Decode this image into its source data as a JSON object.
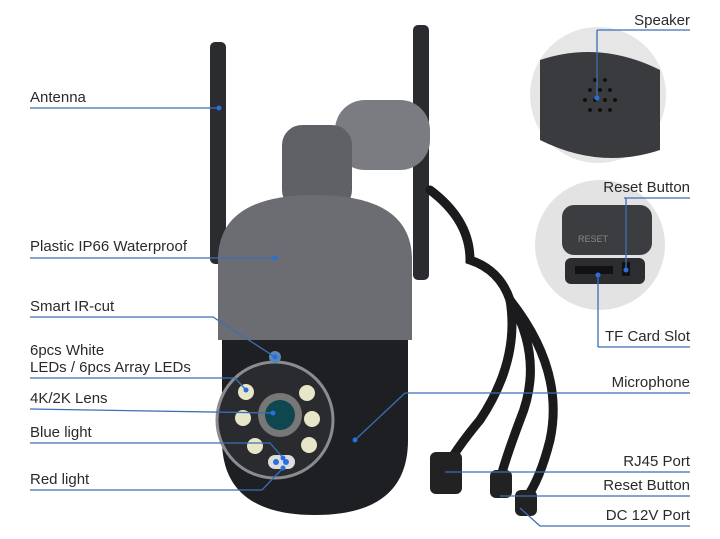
{
  "colors": {
    "leader": "#3b6fb3",
    "body_gray": "#6b6d72",
    "body_black": "#1e1f22",
    "accent_blue": "#2a6fe0"
  },
  "labels_left": {
    "antenna": "Antenna",
    "plastic": "Plastic IP66 Waterproof",
    "ircut": "Smart IR-cut",
    "leds_line1": "6pcs White",
    "leds_line2": "LEDs / 6pcs Array LEDs",
    "lens": "4K/2K Lens",
    "blue": "Blue light",
    "red": "Red light"
  },
  "labels_right": {
    "speaker": "Speaker",
    "reset_top": "Reset Button",
    "tf": "TF Card Slot",
    "mic": "Microphone",
    "rj45": "RJ45 Port",
    "reset_bottom": "Reset Button",
    "dc": "DC 12V Port"
  },
  "inset_text": {
    "reset": "RESET"
  }
}
